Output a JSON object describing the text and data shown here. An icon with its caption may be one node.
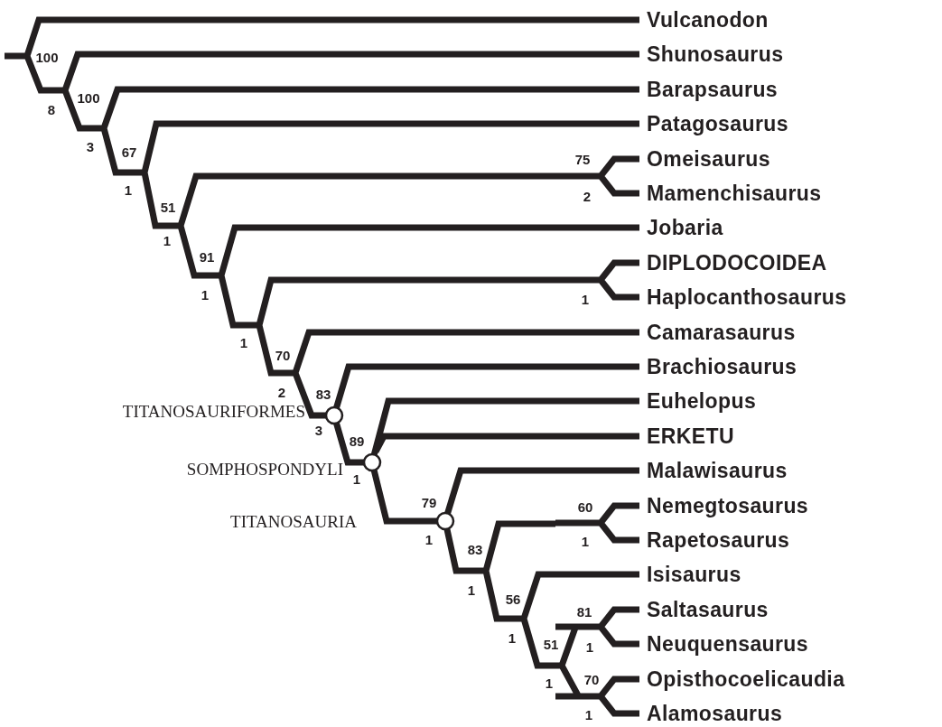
{
  "diagram": {
    "labels": [
      "Vulcanodon",
      "100",
      "Shunosaurus",
      "8",
      "100",
      "Barapsaurus",
      "3",
      "67",
      "Patagosaurus",
      "75",
      "Omeisaurus",
      "1",
      "51",
      "2",
      "Mamenchisaurus",
      "1",
      "91",
      "Jobaria",
      "1",
      "DIPLODOCOIDEA",
      "1",
      "Haplocanthosaurus",
      "1",
      "70",
      "Camarasaurus",
      "2",
      "83",
      "Brachiosaurus",
      "TITANOSAURIFORMES",
      "3",
      "89",
      "Euhelopus",
      "ERKETU",
      "SOMPHOSPONDYLI",
      "1",
      "Malawisaurus",
      "79",
      "60",
      "Nemegtosaurus",
      "TITANOSAURIA",
      "1",
      "83",
      "1",
      "Rapetosaurus",
      "1",
      "56",
      "Isisaurus",
      "81",
      "Saltasaurus",
      "1",
      "51",
      "1",
      "Neuquensaurus",
      "1",
      "70",
      "Opisthocoelicaudia",
      "1",
      "Alamosaurus"
    ]
  }
}
